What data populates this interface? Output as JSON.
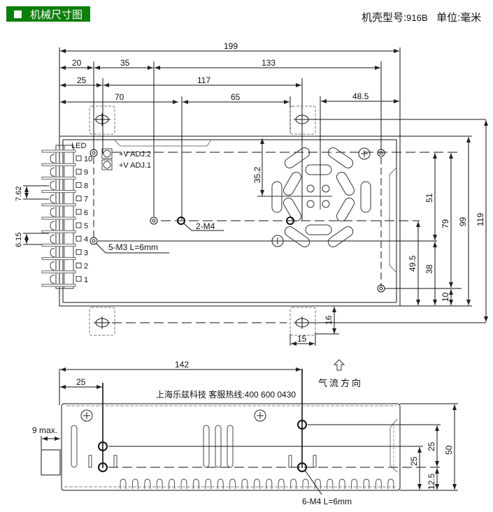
{
  "header": {
    "title": "机械尺寸图",
    "title_bg_color": "#0a7f0a",
    "model_label": "机壳型号:",
    "model_value": "916B",
    "unit_label": "单位:",
    "unit_value": "毫米"
  },
  "top_view": {
    "horizontal_dims": {
      "overall_length": "199",
      "d20": "20",
      "d35": "35",
      "d133": "133",
      "d25": "25",
      "d117": "117",
      "d70": "70",
      "d65": "65",
      "d48_5": "48.5"
    },
    "vertical_dims": {
      "d35_2": "35.2",
      "d51": "51",
      "d79": "79",
      "d99": "99",
      "d119": "119",
      "d49_5": "49.5",
      "d38": "38",
      "d10": "10",
      "d16": "16",
      "d15": "15"
    },
    "terminal_pitch": [
      "7.62",
      "6.15"
    ],
    "led_label": "LED",
    "terminals": [
      "10",
      "9",
      "8",
      "7",
      "6",
      "5",
      "4",
      "3",
      "2",
      "1"
    ],
    "vadj": [
      "+V ADJ.2",
      "+V ADJ.1"
    ],
    "callouts": {
      "m3": "5-M3 L=6mm",
      "m4": "2-M4"
    }
  },
  "side_view": {
    "dims": {
      "d142": "142",
      "d25_left": "25",
      "max9": "9 max.",
      "d25_a": "25",
      "d25_b": "25",
      "d12_5": "12.5",
      "d50": "50"
    },
    "airflow_label": "气流方向",
    "company_line": "上海乐兹科技 客服热线:400 600 0430",
    "callout_m4": "6-M4 L=6mm"
  }
}
